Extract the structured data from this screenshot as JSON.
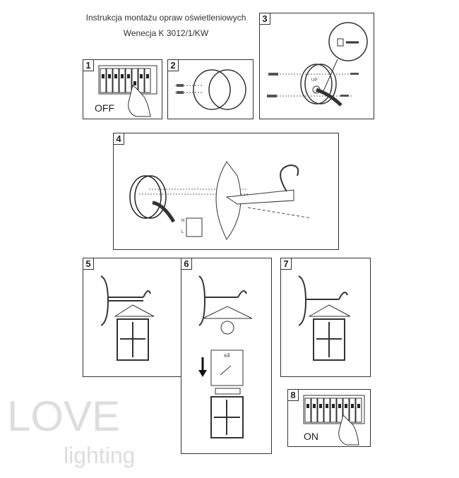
{
  "header": {
    "title_line1": "Instrukcja montażu opraw oświetleniowych",
    "title_line2": "Wenecja K 3012/1/KW"
  },
  "steps": [
    {
      "number": "1",
      "label": "OFF"
    },
    {
      "number": "2"
    },
    {
      "number": "3",
      "label": "UP"
    },
    {
      "number": "4",
      "terminals": [
        "N",
        "",
        "L"
      ]
    },
    {
      "number": "5"
    },
    {
      "number": "6",
      "label": "x4"
    },
    {
      "number": "7"
    },
    {
      "number": "8",
      "label": "ON"
    }
  ],
  "watermark": {
    "text": "LOVE lighting"
  }
}
